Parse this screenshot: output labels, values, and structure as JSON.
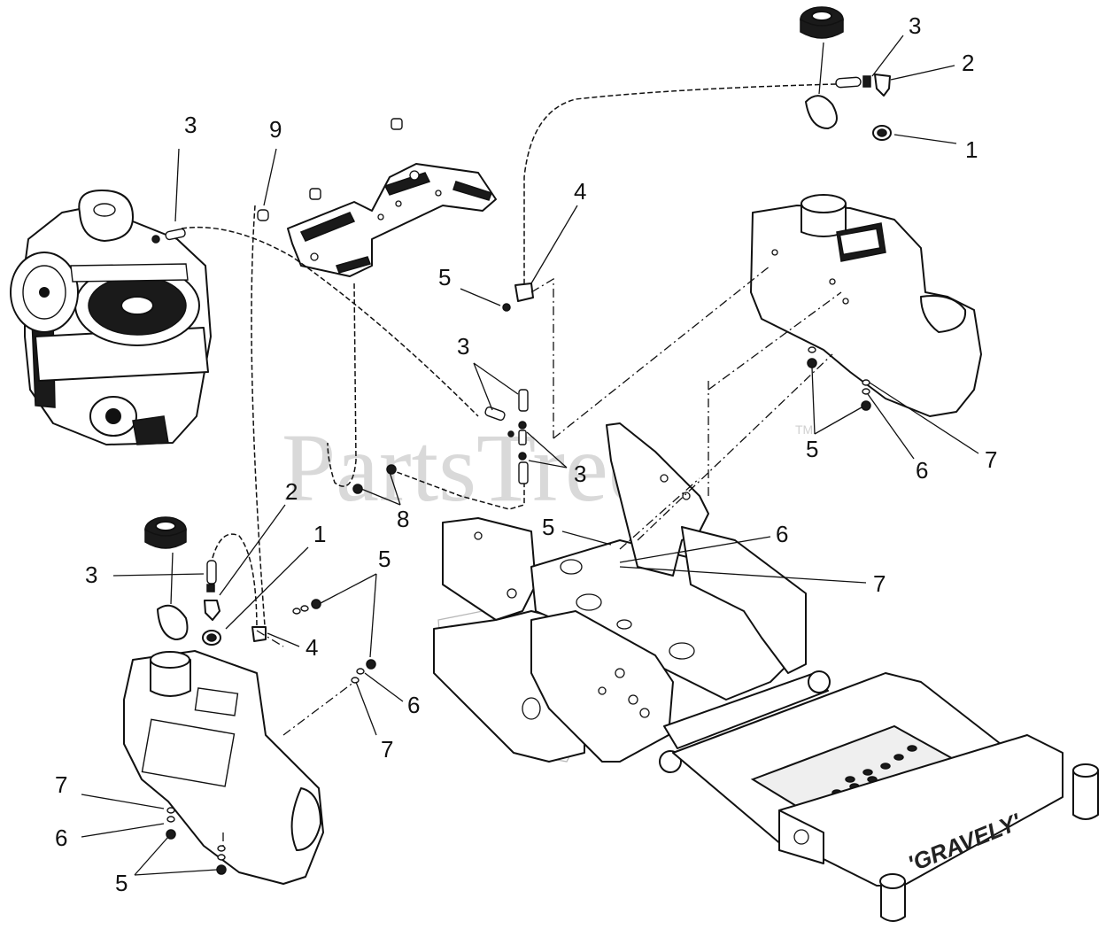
{
  "watermark": "PartsTree",
  "trademark": "TM",
  "frame_brand": "'GRAVELY'",
  "callouts": {
    "c1_top_right": "1",
    "c2_top_right": "2",
    "c3_top_right": "3",
    "c3_engine": "3",
    "c9": "9",
    "c4_upper": "4",
    "c5_upper": "5",
    "c3_center_upper": "3",
    "c3_center_lower": "3",
    "c8": "8",
    "c2_left": "2",
    "c1_left": "1",
    "c3_left": "3",
    "c5_left_mid": "5",
    "c4_left": "4",
    "c6_left_mid": "6",
    "c7_left_mid": "7",
    "c7_left_bottom": "7",
    "c6_left_bottom": "6",
    "c5_left_bottom": "5",
    "c5_right_tank": "5",
    "c6_right_tank": "6",
    "c7_right_tank": "7",
    "c5_center": "5",
    "c6_center": "6",
    "c7_center": "7"
  }
}
